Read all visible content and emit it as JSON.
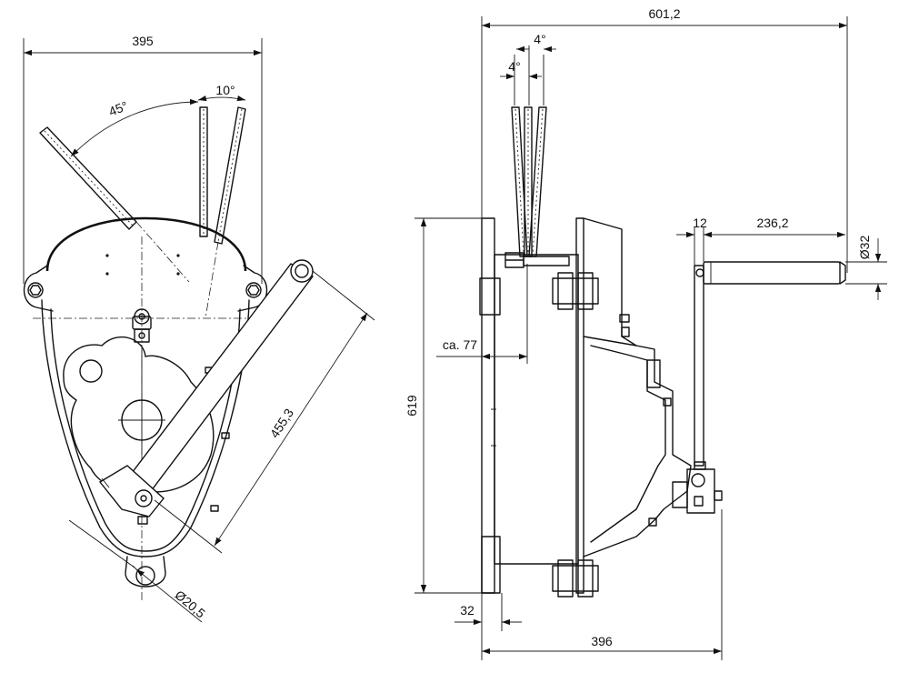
{
  "front_view": {
    "dim_width": "395",
    "dim_angle_large": "45°",
    "dim_angle_small": "10°",
    "dim_lever_length": "455,3",
    "dim_hole_diameter": "Ø20,5"
  },
  "side_view": {
    "dim_overall_length": "601,2",
    "dim_angle_upper": "4°",
    "dim_angle_lower": "4°",
    "dim_crank_offset": "12",
    "dim_crank_length": "236,2",
    "dim_handle_diameter": "Ø32",
    "dim_height": "619",
    "dim_offset_approx": "ca. 77",
    "dim_base_plate": "32",
    "dim_depth": "396"
  }
}
